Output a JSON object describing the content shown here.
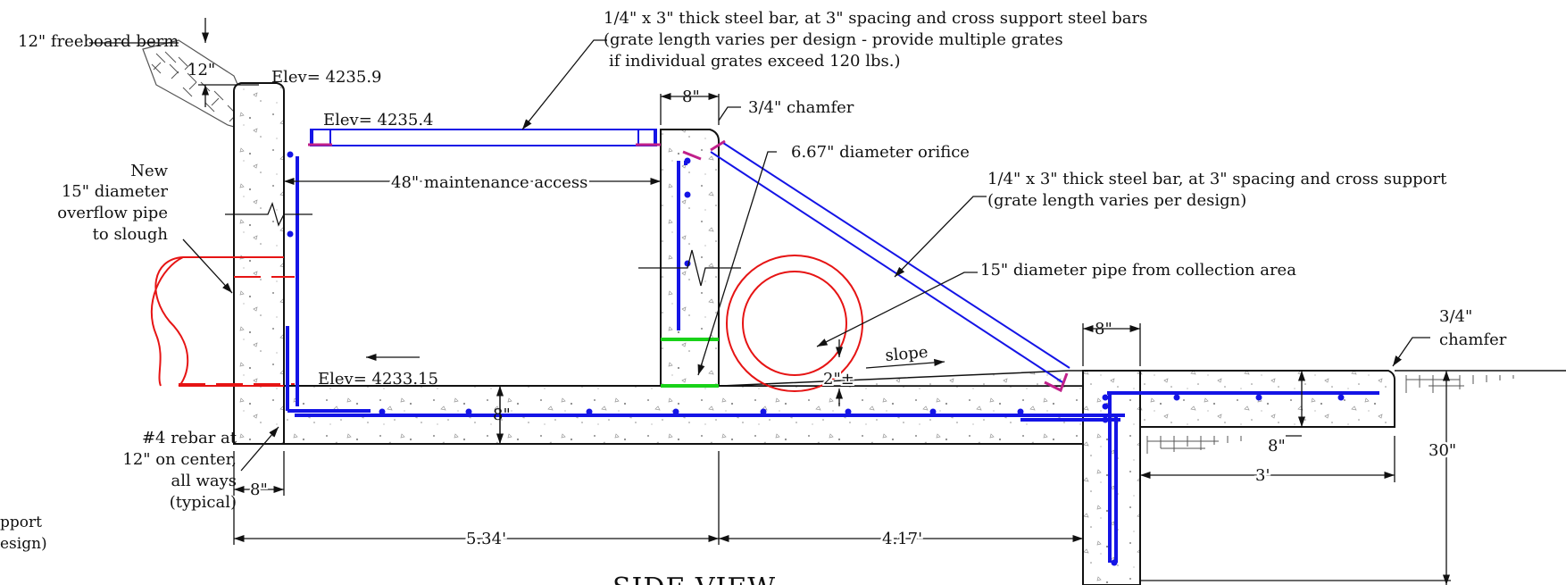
{
  "labels": {
    "freeboard_berm": "12\" freeboard berm",
    "berm_12": "12\"",
    "elev_top_wall": "Elev= 4235.9",
    "elev_grate": "Elev= 4235.4",
    "elev_floor": "Elev= 4233.15",
    "grate_note_line1": "1/4\" x 3\" thick steel bar, at 3\" spacing and cross support steel bars",
    "grate_note_line2": "(grate length varies per design - provide multiple grates",
    "grate_note_line3": "if individual grates exceed 120 lbs.)",
    "dim_8_weir_top": "8\"",
    "chamfer_top": "3/4\" chamfer",
    "orifice": "6.67\" diameter orifice",
    "maintenance_access": "48\" maintenance access",
    "sloped_grate_line1": "1/4\" x 3\" thick steel bar, at 3\" spacing and cross support",
    "sloped_grate_line2": "(grate length varies per design)",
    "overflow_pipe_line1": "New",
    "overflow_pipe_line2": "15\" diameter",
    "overflow_pipe_line3": "overflow pipe",
    "overflow_pipe_line4": "to slough",
    "collection_pipe": "15\" diameter pipe from collection area",
    "dim_8_right_wall": "8\"",
    "chamfer_right_line1": "3/4\"",
    "chamfer_right_line2": "chamfer",
    "slope": "slope",
    "dim_2": "2\"±",
    "dim_8_slab": "8\"",
    "dim_8_right_slab": "8\"",
    "dim_30": "30\"",
    "dim_3ft": "3'",
    "rebar_line1": "#4 rebar at",
    "rebar_line2": "12\" on center,",
    "rebar_line3": "all ways",
    "rebar_line4": "(typical)",
    "dim_8_left_wall": "8\"",
    "dim_534": "5.34'",
    "dim_417": "4.17'",
    "cut_left_line1": "pport",
    "cut_left_line2": "esign)",
    "title": "SIDE VIEW"
  },
  "colors": {
    "rebar": "#1414e6",
    "pipe": "#e61414",
    "orifice_marks": "#19d219",
    "linework": "#111111"
  }
}
